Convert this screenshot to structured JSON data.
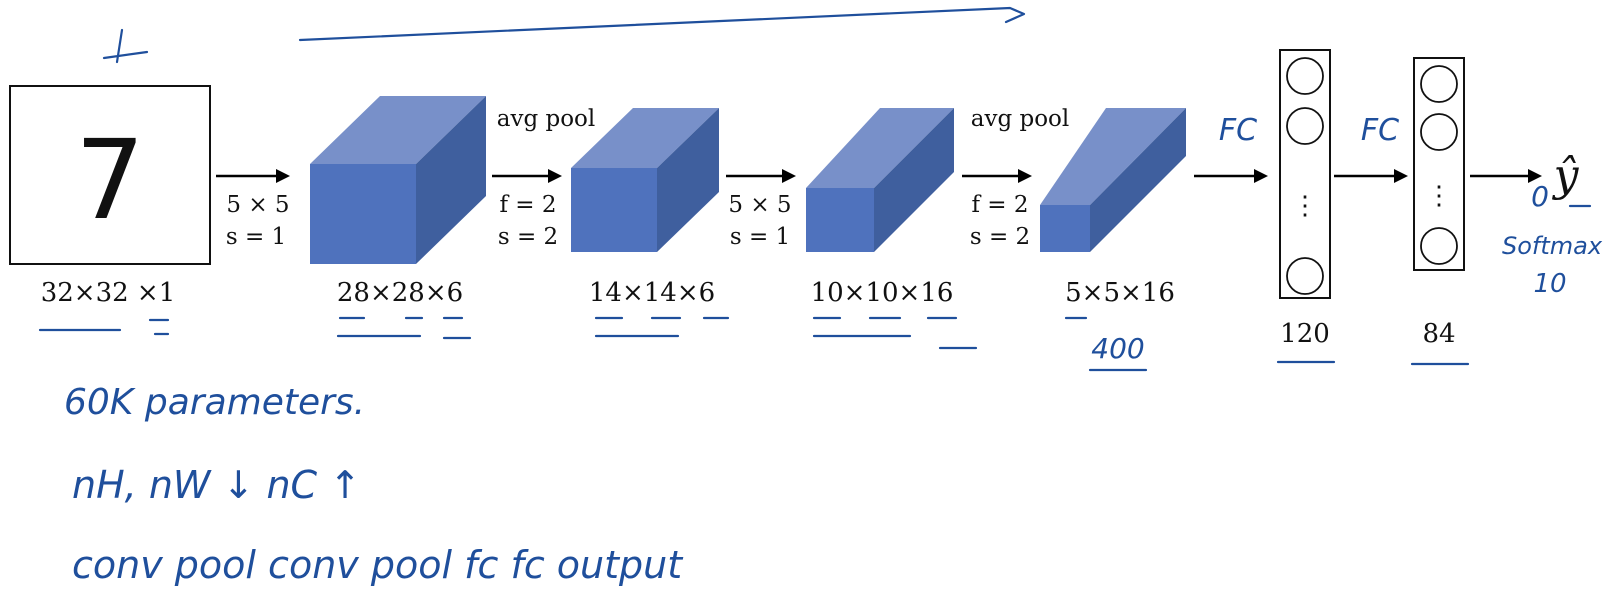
{
  "colors": {
    "block_front": "#4f72bd",
    "block_top": "#7890c9",
    "block_side": "#3f5f9e",
    "ink": "#1f4f9c",
    "text": "#111111"
  },
  "input": {
    "digit": "7",
    "dims": "32×32 ×1"
  },
  "layers": [
    {
      "dims": "28×28×6"
    },
    {
      "dims": "14×14×6"
    },
    {
      "dims": "10×10×16"
    },
    {
      "dims": "5×5×16",
      "note": "400"
    }
  ],
  "ops": [
    {
      "top": "",
      "line1": "5 × 5",
      "line2": "s = 1"
    },
    {
      "top": "avg pool",
      "line1": "f = 2",
      "line2": "s = 2"
    },
    {
      "top": "",
      "line1": "5 × 5",
      "line2": "s = 1"
    },
    {
      "top": "avg pool",
      "line1": "f = 2",
      "line2": "s = 2"
    }
  ],
  "fc_layers": [
    {
      "size": "120",
      "label": "FC",
      "dots": "⋮"
    },
    {
      "size": "84",
      "label": "FC",
      "dots": "⋮"
    }
  ],
  "output": {
    "symbol": "ŷ",
    "unit_mark": "0",
    "activation": "Softmax",
    "classes": "10"
  },
  "notes": {
    "params": "60K parameters.",
    "shape_trend": "nH, nW ↓    nC ↑",
    "sequence": "conv  pool  conv  pool  fc  fc  output"
  }
}
